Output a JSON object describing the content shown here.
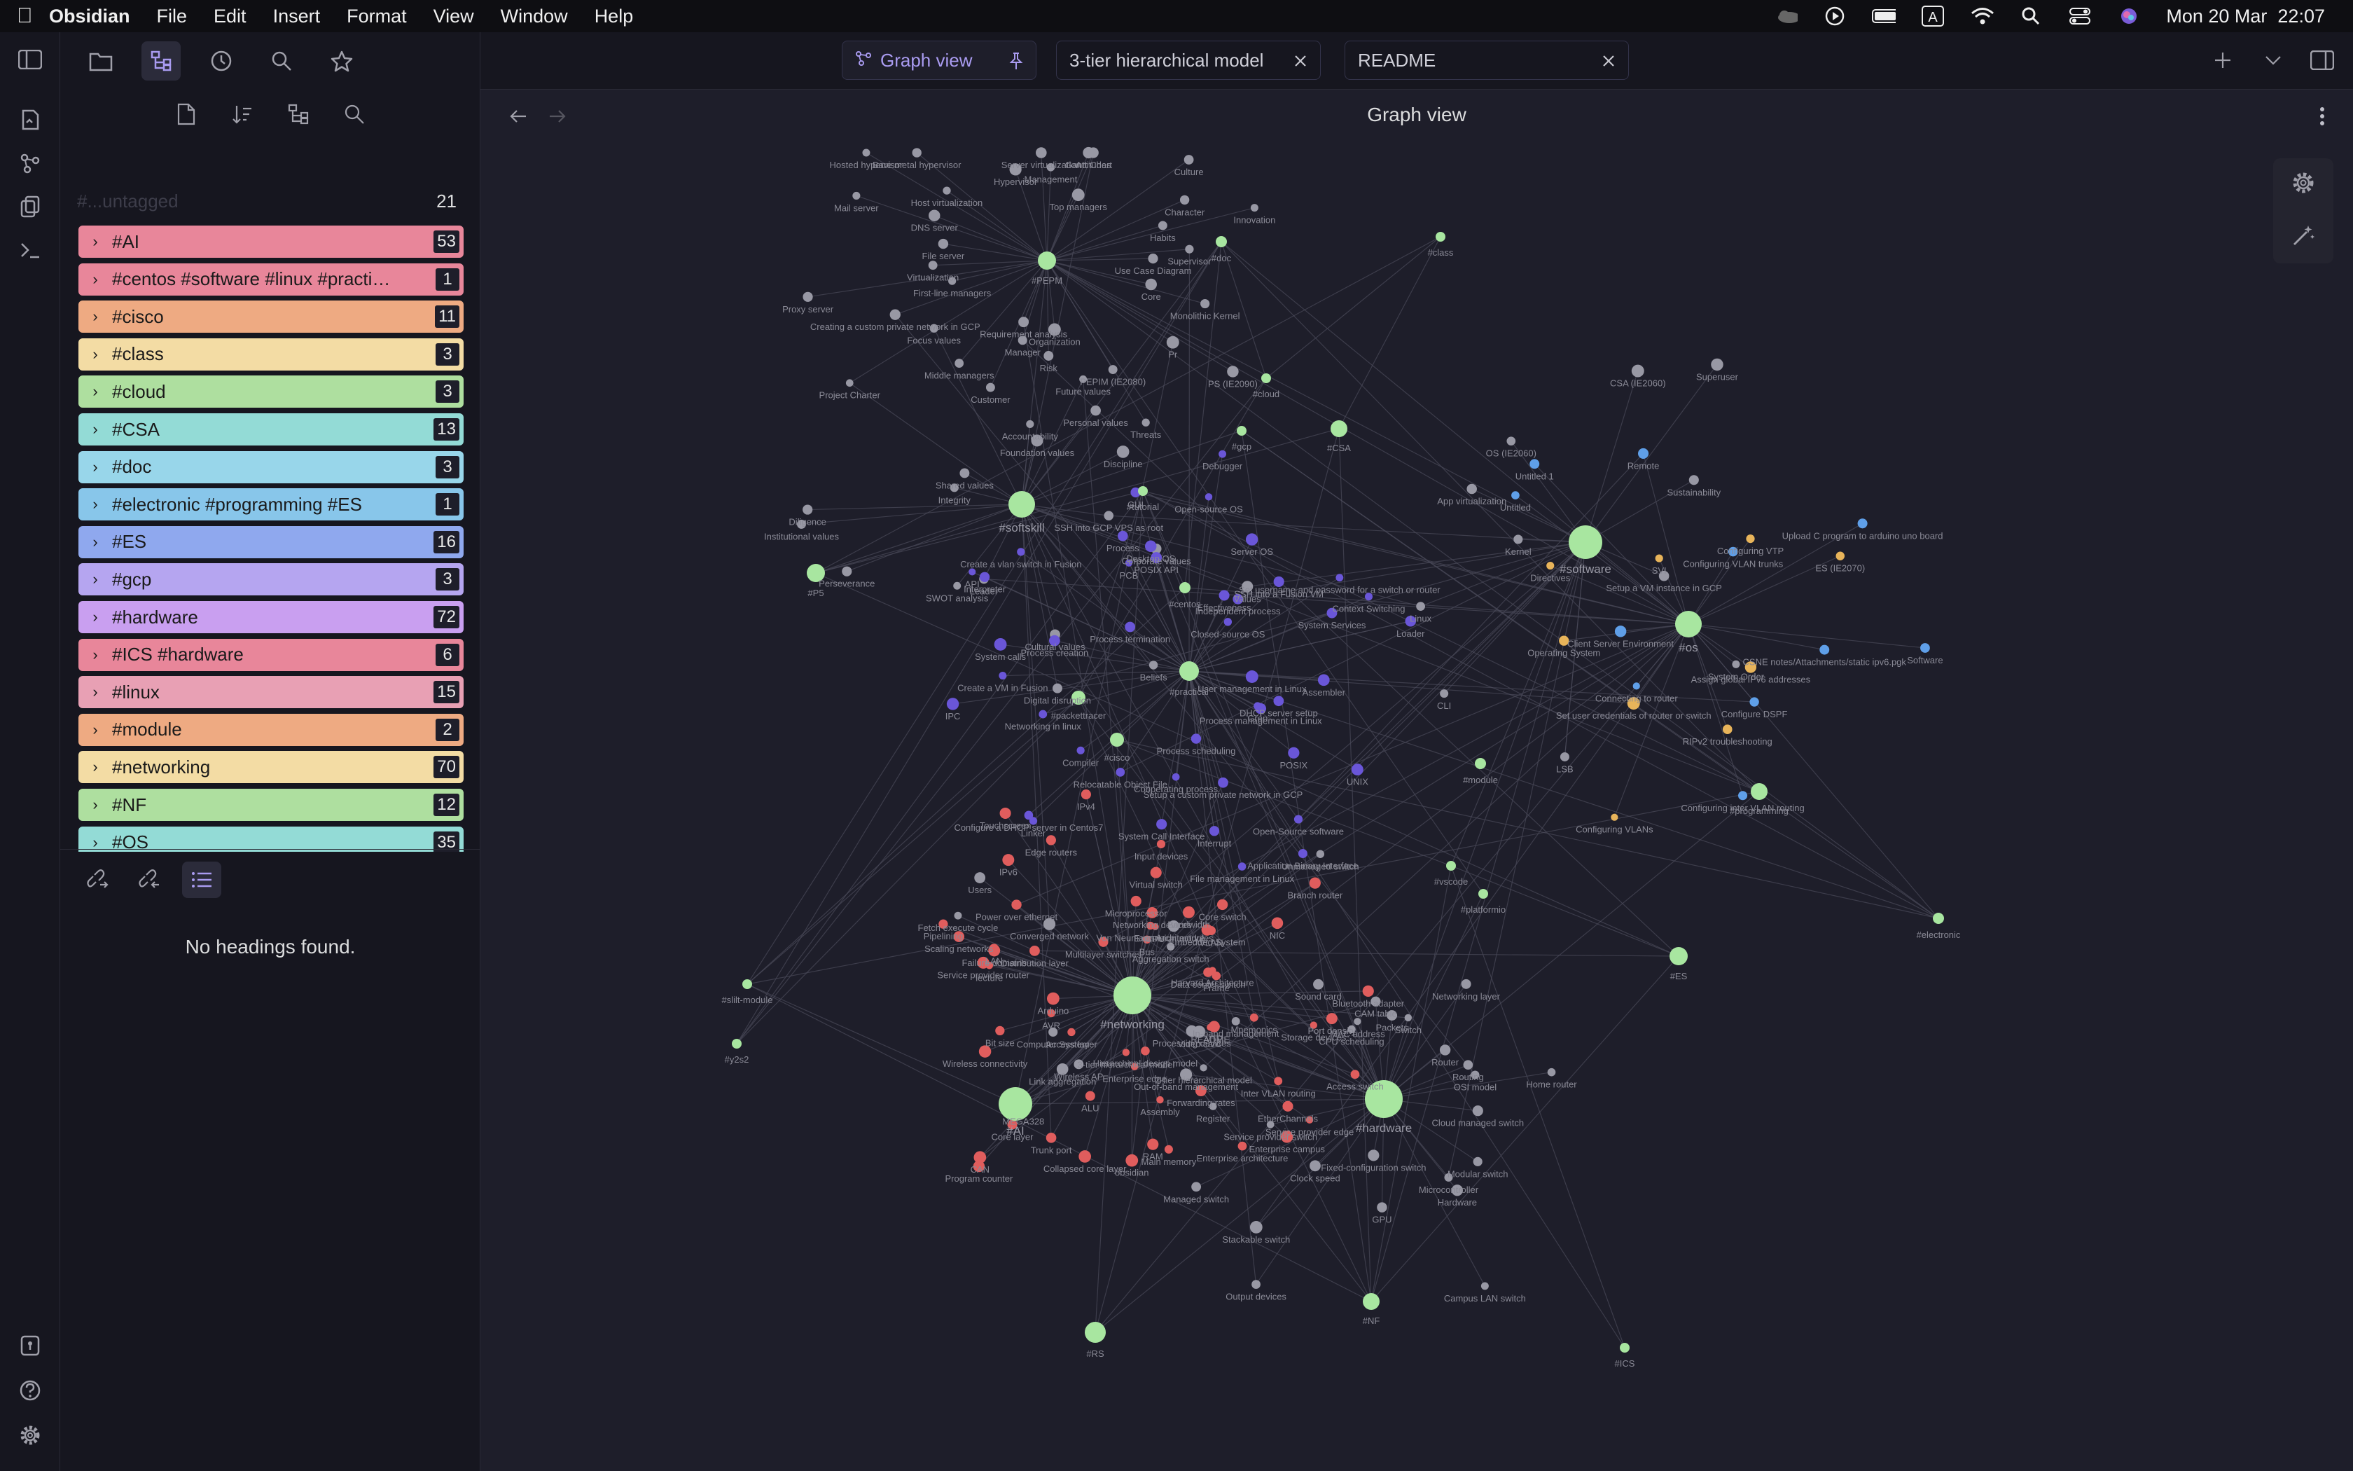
{
  "menubar": {
    "app_name": "Obsidian",
    "items": [
      "File",
      "Edit",
      "Insert",
      "Format",
      "View",
      "Window",
      "Help"
    ],
    "datetime": "Mon 20 Mar  22:07"
  },
  "sidebar": {
    "ghost_row": {
      "label": "#...untagged",
      "count": "21"
    },
    "tags": [
      {
        "label": "#AI",
        "count": "53",
        "color": "#e8869a"
      },
      {
        "label": "#centos #software #linux #practi…",
        "count": "1",
        "color": "#e8869a"
      },
      {
        "label": "#cisco",
        "count": "11",
        "color": "#eeaa82"
      },
      {
        "label": "#class",
        "count": "3",
        "color": "#f3dca4"
      },
      {
        "label": "#cloud",
        "count": "3",
        "color": "#aedf9f"
      },
      {
        "label": "#CSA",
        "count": "13",
        "color": "#93dbd6"
      },
      {
        "label": "#doc",
        "count": "3",
        "color": "#98d6ea"
      },
      {
        "label": "#electronic #programming #ES",
        "count": "1",
        "color": "#88c6ea"
      },
      {
        "label": "#ES",
        "count": "16",
        "color": "#8fa8ee"
      },
      {
        "label": "#gcp",
        "count": "3",
        "color": "#b5a5f0"
      },
      {
        "label": "#hardware",
        "count": "72",
        "color": "#c99ff0"
      },
      {
        "label": "#ICS #hardware",
        "count": "6",
        "color": "#e8869a"
      },
      {
        "label": "#linux",
        "count": "15",
        "color": "#e8a0b4"
      },
      {
        "label": "#module",
        "count": "2",
        "color": "#eeaa82"
      },
      {
        "label": "#networking",
        "count": "70",
        "color": "#f3dca4"
      },
      {
        "label": "#NF",
        "count": "12",
        "color": "#aedf9f"
      },
      {
        "label": "#OS",
        "count": "35",
        "color": "#93dbd6"
      }
    ],
    "outline_empty": "No headings found."
  },
  "tabs": [
    {
      "label": "Graph view"
    },
    {
      "label": "3-tier hierarchical model"
    },
    {
      "label": "README"
    }
  ],
  "graph": {
    "title": "Graph view",
    "colors": {
      "hub": "#a8e6a0",
      "network": "#e05d5d",
      "note": "#9898a4",
      "linux": "#6a56d8",
      "es": "#e8b45a",
      "os": "#5f9fe8",
      "edge": "#4a4a5a"
    },
    "hubs": [
      "#softskill",
      "#software",
      "#os",
      "#networking",
      "#AI",
      "#hardware",
      "#practical",
      "#ES",
      "#RS",
      "#NF",
      "#PEPM",
      "#CSA",
      "#P5",
      "#programming",
      "#cisco",
      "#doc",
      "#class",
      "#cloud",
      "#gcp",
      "#tutorial",
      "#centos",
      "#packettracer",
      "#module",
      "#vscode",
      "#platformio",
      "#slilt-module",
      "#y2s2",
      "#electronic",
      "#ICS"
    ],
    "labels": [
      "Monolithic Kernel",
      "Core",
      "Pr",
      "PS (IE2090)",
      "PEPIM (IE2080)",
      "Threats",
      "Organization",
      "Risk",
      "Manager",
      "Customer",
      "Requirement analysis",
      "Project Charter",
      "Middle managers",
      "First-line managers",
      "Creating a custom private network in GCP",
      "Virtualization",
      "Proxy server",
      "File server",
      "DNS server",
      "Mail server",
      "Host virtualization",
      "Hosted hypervisor",
      "Bare metal hypervisor",
      "Hypervisor",
      "Server virtualization",
      "Gantt Chart",
      "Management",
      "Top managers",
      "Attitudes",
      "Culture",
      "Habits",
      "Character",
      "Innovation",
      "Supervisor",
      "Use Case Diagram",
      "Setup a VM instance in GCP",
      "System Order",
      "LSB",
      "CLI",
      "Linux",
      "Kernel",
      "App virtualization",
      "OS (IE2060)",
      "CSA (IE2060)",
      "Superuser",
      "Sustainability",
      "Corporate values",
      "Values",
      "Beliefs",
      "Cultural values",
      "Digital disruption",
      "SWOT analysis",
      "Leader",
      "Perseverance",
      "Institutional values",
      "Diligence",
      "Integrity",
      "Shared values",
      "Focus values",
      "Accountability",
      "Foundation values",
      "Future values",
      "Personal values",
      "Discipline",
      "SSH into GCP VPS as root",
      "User management in Linux",
      "Grep",
      "Process management in Linux",
      "POSIX",
      "UNIX",
      "Open-Source software",
      "Application Binary Interface",
      "Interrupt",
      "Setup a custom private network in GCP",
      "File management in Linux",
      "Process scheduling",
      "Cooperating process",
      "System Call Interface",
      "Relocatable Object File",
      "Linker",
      "Compiler",
      "Configure a DHCP server in Centos7",
      "Networking in linux",
      "Create a VM in Fusion",
      "IPC",
      "Process creation",
      "System calls",
      "Interpreter",
      "API",
      "Create a vlan switch in Fusion",
      "Process termination",
      "Process",
      "PCB",
      "GUI",
      "Desktop OS",
      "Open-source OS",
      "POSIX API",
      "Debugger",
      "Effectiveness",
      "Independent process",
      "Server OS",
      "Closed-source OS",
      "System Services",
      "SSH into a Fusion VM",
      "Set username and password for a switch or router",
      "Context Switching",
      "Loader",
      "Assembler",
      "DHCP server setup",
      "CSNE notes/Attachments/static ipv6.pgk",
      "Assign global IPv6 addresses",
      "Configure DSPF",
      "RIPv2 troubleshooting",
      "Configuring inter VLAN routing",
      "Configuring VLANs",
      "Set user credentials of router or switch",
      "Connecting to router",
      "Client Server Environment",
      "Operating System",
      "Directives",
      "Untitled",
      "Untitled 1",
      "SVI",
      "Remote",
      "Configuring VTP",
      "Configuring VLAN trunks",
      "Upload C program to arduino uno board",
      "ES (IE2070)",
      "Software",
      "Mnemonics",
      "README",
      "EtherChannels",
      "Inter VLAN routing",
      "VTP",
      "Enterprise architecture",
      "Enterprise campus",
      "Service provider edge",
      "2-tier hierarchical model",
      "Forwarding rates",
      "Main memory",
      "Register",
      "Assembly",
      "RAM",
      "obsidian",
      "Hierarchical design model",
      "3-tier hierarchical model",
      "Enterprise edge",
      "Collapsed core layer",
      "Wireless AP",
      "Program counter",
      "MEGA328",
      "ALU",
      "Trunk port",
      "CAN",
      "Core layer",
      "Link aggregation",
      "Access layer",
      "Wireless connectivity",
      "Arduino",
      "Computer System",
      "AVR",
      "Bit size",
      "lecture",
      "Scaling networks",
      "LAN",
      "Distribution layer",
      "Failure domains",
      "Service provider router",
      "Pipelining",
      "Fetch execute cycle",
      "Users",
      "Converged network",
      "IPv6",
      "Power over ethernet",
      "Multilayer switches",
      "Edge routers",
      "Touchscreen",
      "Microprocessor",
      "IPv4",
      "Virtual switch",
      "Networking devices",
      "Input devices",
      "CPU",
      "Von Neumann Architecture",
      "Bus",
      "Bandwidth",
      "VLAN",
      "Core switch",
      "Expansion modules",
      "Branch router",
      "Aggregation switch",
      "Unmanaged switch",
      "Embedded System",
      "Harvard Architecture",
      "Data center switch",
      "NIC",
      "Bluetooth adapter",
      "Storage devices",
      "Frame",
      "Port density",
      "Access switch",
      "Cloud managed switch",
      "Modular switch",
      "Hardware",
      "Microcontroller",
      "Campus LAN switch",
      "Fixed-configuration switch",
      "GPU",
      "Output devices",
      "Clock speed",
      "Stackable switch",
      "Managed switch",
      "Service provider switch",
      "Out-of-band management",
      "Video card",
      "In-band management",
      "Processing devices",
      "CPU scheduling",
      "Sound card",
      "MAC address",
      "CAM table",
      "Packets",
      "Switch",
      "Networking layer",
      "Router",
      "OSI model",
      "Routing",
      "Home router"
    ]
  }
}
